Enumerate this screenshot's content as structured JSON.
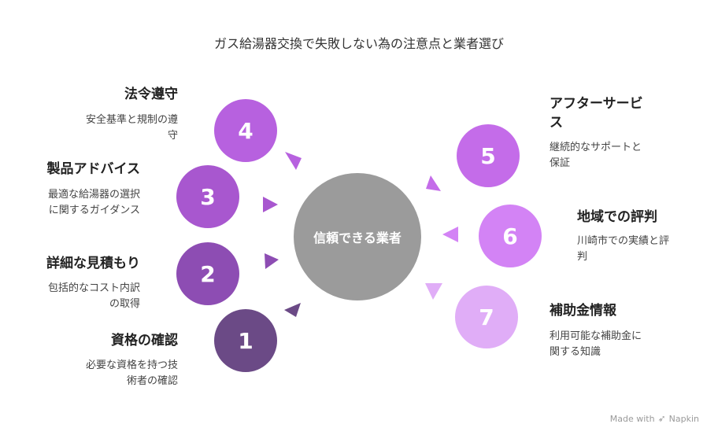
{
  "title": "ガス給湯器交換で失敗しない為の注意点と業者選び",
  "center": {
    "label": "信頼できる業者",
    "color": "#9b9b9b"
  },
  "items": [
    {
      "num": "1",
      "title": "資格の確認",
      "desc": [
        "必要な資格を持つ技",
        "術者の確認"
      ],
      "color": "#6b4a86"
    },
    {
      "num": "2",
      "title": "詳細な見積もり",
      "desc": [
        "包括的なコスト内訳",
        "の取得"
      ],
      "color": "#8d4db3"
    },
    {
      "num": "3",
      "title": "製品アドバイス",
      "desc": [
        "最適な給湯器の選択",
        "に関するガイダンス"
      ],
      "color": "#a857cf"
    },
    {
      "num": "4",
      "title": "法令遵守",
      "desc": [
        "安全基準と規制の遵",
        "守"
      ],
      "color": "#b761df"
    },
    {
      "num": "5",
      "title": "アフターサービス",
      "title_lines": [
        "アフターサービ",
        "ス"
      ],
      "desc": [
        "継続的なサポートと",
        "保証"
      ],
      "color": "#c46ce9"
    },
    {
      "num": "6",
      "title": "地域での評判",
      "desc": [
        "川崎市での実績と評",
        "判"
      ],
      "color": "#d383f5"
    },
    {
      "num": "7",
      "title": "補助金情報",
      "desc": [
        "利用可能な補助金に",
        "関する知識"
      ],
      "color": "#e0adf7"
    }
  ],
  "footer": {
    "text": "Made with",
    "brand": "Napkin",
    "icon": "napkin-logo-icon"
  }
}
